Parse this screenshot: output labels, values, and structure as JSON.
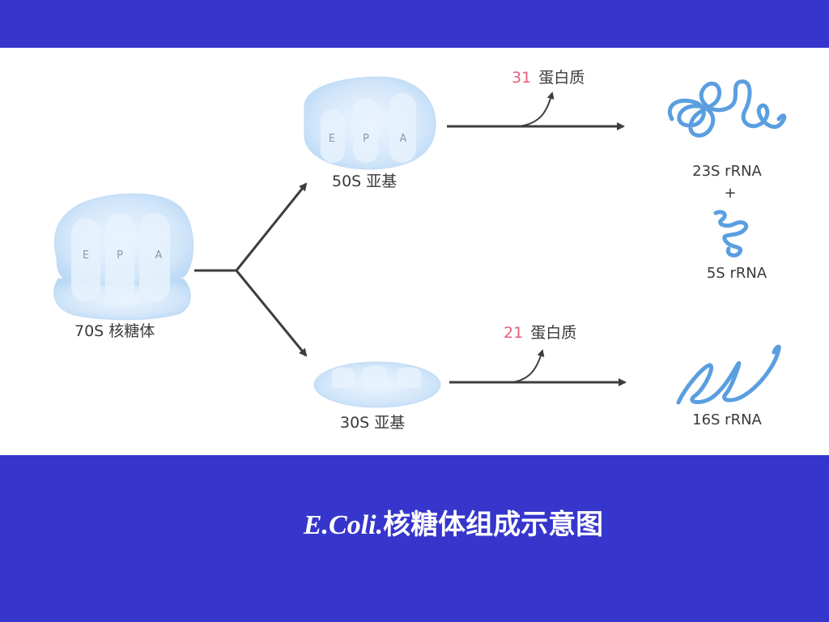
{
  "colors": {
    "slide_background": "#3636cc",
    "panel_background": "#ffffff",
    "ribosome_fill": "#d6e9fb",
    "rrna_strand": "#5a9ee0",
    "protein_count": "#e2607a",
    "arrow": "#3d3d3d",
    "caption_text": "#ffffff"
  },
  "ribosome_70s": {
    "label": "70S 核糖体",
    "sites": [
      "E",
      "P",
      "A"
    ]
  },
  "subunit_50s": {
    "label": "50S 亚基",
    "sites": [
      "E",
      "P",
      "A"
    ],
    "protein_count": "31",
    "protein_label": "蛋白质",
    "products": {
      "rrna_23s": "23S rRNA",
      "plus": "+",
      "rrna_5s": "5S rRNA"
    }
  },
  "subunit_30s": {
    "label": "30S 亚基",
    "protein_count": "21",
    "protein_label": "蛋白质",
    "products": {
      "rrna_16s": "16S rRNA"
    }
  },
  "caption": {
    "species": "E.Coli.",
    "text": "核糖体组成示意图"
  }
}
